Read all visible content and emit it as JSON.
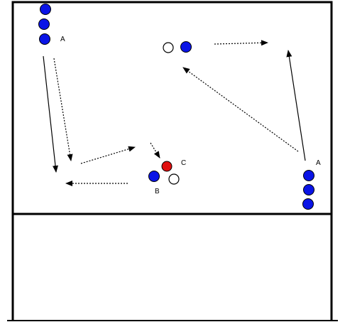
{
  "diagram": {
    "labels": {
      "group_top_left": "A",
      "group_right": "A",
      "player_b": "B",
      "player_c": "C"
    },
    "colors": {
      "court_line": "#000000",
      "background": "#ffffff",
      "player_blue": "#0a14e6",
      "player_red": "#e01010",
      "player_white": "#ffffff",
      "player_outline": "#000000"
    },
    "markers": {
      "player": "filled-circle",
      "cone": "hollow-circle",
      "pass": "dotted-arrow",
      "run": "solid-arrow"
    }
  }
}
